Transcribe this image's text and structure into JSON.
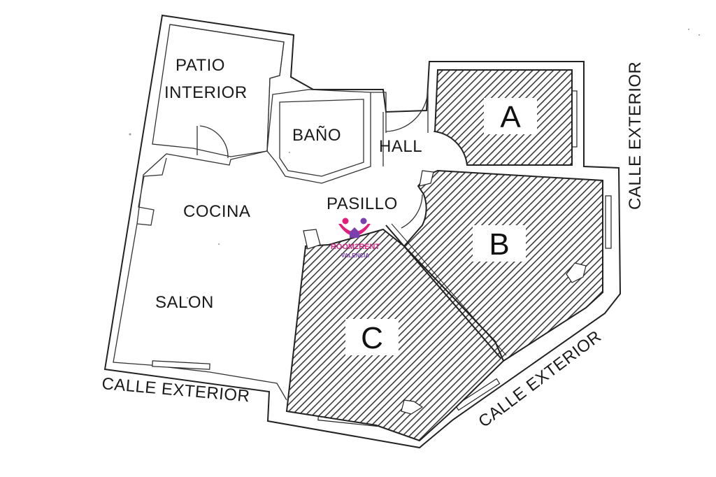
{
  "rooms": {
    "patio_line1": "PATIO",
    "patio_line2": "INTERIOR",
    "bano": "BAÑO",
    "hall": "HALL",
    "pasillo": "PASILLO",
    "cocina": "COCINA",
    "salon": "SALON"
  },
  "streets": {
    "right": "CALLE EXTERIOR",
    "bottom_left": "CALLE EXTERIOR",
    "bottom_right": "CALLE EXTERIOR"
  },
  "zones": {
    "a": "A",
    "b": "B",
    "c": "C"
  },
  "watermark": {
    "brand": "ROOM2RENT",
    "city": "VALENCIA",
    "colors": {
      "magenta": "#e0207a",
      "purple": "#7b3fb0",
      "brand_text": "#d62a86"
    }
  },
  "colors": {
    "hatch": "#3a3a3a",
    "wall": "#222222",
    "background": "#ffffff"
  }
}
